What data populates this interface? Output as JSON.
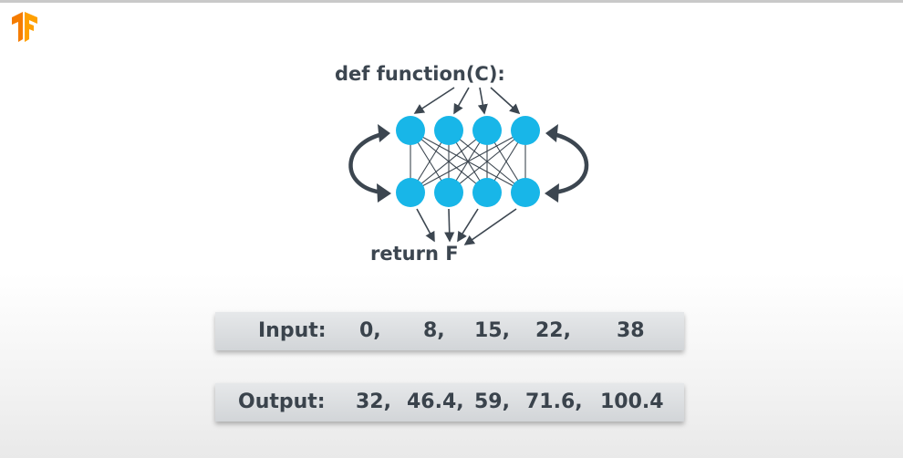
{
  "logo": {
    "icon": "tensorflow-logo-icon",
    "color": "#f57c00"
  },
  "diagram": {
    "function_label": "def function(C):",
    "return_label": "return F",
    "node_color": "#18b6e8",
    "arrow_color": "#3c4650"
  },
  "input_row": {
    "label": "Input:",
    "values": [
      "0,",
      "8,",
      "15,",
      "22,",
      "38"
    ]
  },
  "output_row": {
    "label": "Output:",
    "values": [
      "32,",
      "46.4,",
      "59,",
      "71.6,",
      "100.4"
    ]
  }
}
